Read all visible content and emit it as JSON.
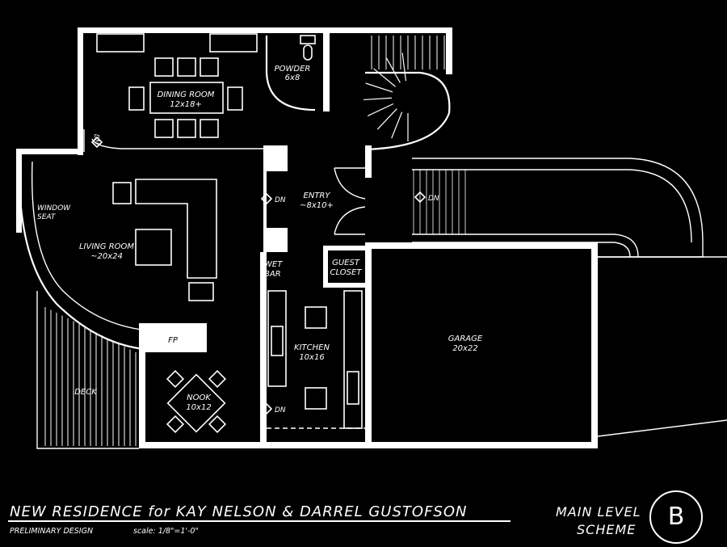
{
  "rooms": {
    "dining": {
      "name": "DINING ROOM",
      "size": "12x18+"
    },
    "powder": {
      "name": "POWDER",
      "size": "6x8"
    },
    "window_seat": {
      "line1": "WINDOW",
      "line2": "SEAT"
    },
    "living": {
      "name": "LIVING ROOM",
      "size": "~20x24"
    },
    "entry": {
      "name": "ENTRY",
      "size": "~8x10+"
    },
    "wet_bar": {
      "line1": "WET",
      "line2": "BAR"
    },
    "guest_closet": {
      "line1": "GUEST",
      "line2": "CLOSET"
    },
    "garage": {
      "name": "GARAGE",
      "size": "20x22"
    },
    "kitchen": {
      "name": "KITCHEN",
      "size": "10x16"
    },
    "fp": "FP",
    "deck": "DECK",
    "nook": {
      "name": "NOOK",
      "size": "10x12"
    }
  },
  "stair_labels": {
    "dn_left": "DN",
    "dn_entry": "DN",
    "dn_right": "DN",
    "dn_kitchen": "DN"
  },
  "title_block": {
    "project_title": "NEW RESIDENCE for KAY NELSON & DARREL GUSTOFSON",
    "status": "PRELIMINARY DESIGN",
    "scale": "scale: 1/8\"=1'-0\"",
    "sheet_line1": "MAIN LEVEL",
    "sheet_line2": "SCHEME",
    "sheet_letter": "B"
  }
}
